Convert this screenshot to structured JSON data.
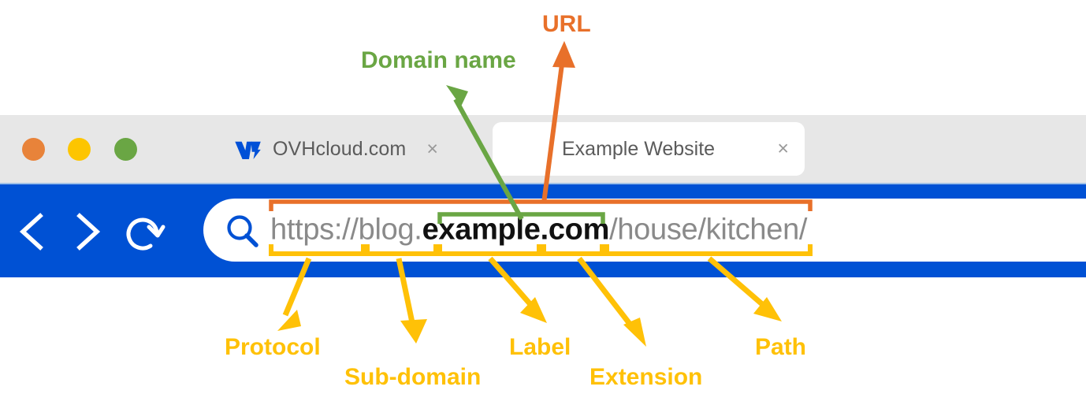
{
  "browser": {
    "traffic_lights": [
      {
        "name": "close",
        "color": "#e8833a"
      },
      {
        "name": "minimize",
        "color": "#fdc500"
      },
      {
        "name": "maximize",
        "color": "#6aa644"
      }
    ],
    "tabs": [
      {
        "title": "OVHcloud.com",
        "close_glyph": "×",
        "active": false,
        "favicon": "ovhcloud-logo-icon"
      },
      {
        "title": "Example Website",
        "close_glyph": "×",
        "active": true,
        "favicon": null
      }
    ],
    "nav_buttons": [
      {
        "name": "back-icon",
        "glyph": "‹"
      },
      {
        "name": "forward-icon",
        "glyph": "›"
      },
      {
        "name": "reload-icon",
        "glyph": "↻"
      }
    ],
    "address_bar": {
      "search_icon": "magnifier-icon",
      "url_full": "https://blog.example.com/house/kitchen/",
      "segments": [
        {
          "text": "https://",
          "emphasis": "dim"
        },
        {
          "text": "blog.",
          "emphasis": "dim"
        },
        {
          "text": "example",
          "emphasis": "bold"
        },
        {
          "text": ".com",
          "emphasis": "bold"
        },
        {
          "text": "/house/kitchen/",
          "emphasis": "dim"
        }
      ]
    }
  },
  "annotations": {
    "colors": {
      "url": "#e8702a",
      "domain": "#6aa644",
      "parts": "#ffc107",
      "browser_blue": "#0051d4"
    },
    "callouts": [
      {
        "id": "url",
        "label": "URL",
        "color": "#e8702a",
        "target": "https://blog.example.com/house/kitchen/"
      },
      {
        "id": "domain",
        "label": "Domain name",
        "color": "#6aa644",
        "target": "example.com"
      },
      {
        "id": "protocol",
        "label": "Protocol",
        "color": "#ffc107",
        "target": "https://"
      },
      {
        "id": "subdomain",
        "label": "Sub-domain",
        "color": "#ffc107",
        "target": "blog."
      },
      {
        "id": "label",
        "label": "Label",
        "color": "#ffc107",
        "target": "example"
      },
      {
        "id": "extension",
        "label": "Extension",
        "color": "#ffc107",
        "target": ".com"
      },
      {
        "id": "path",
        "label": "Path",
        "color": "#ffc107",
        "target": "/house/kitchen/"
      }
    ]
  }
}
